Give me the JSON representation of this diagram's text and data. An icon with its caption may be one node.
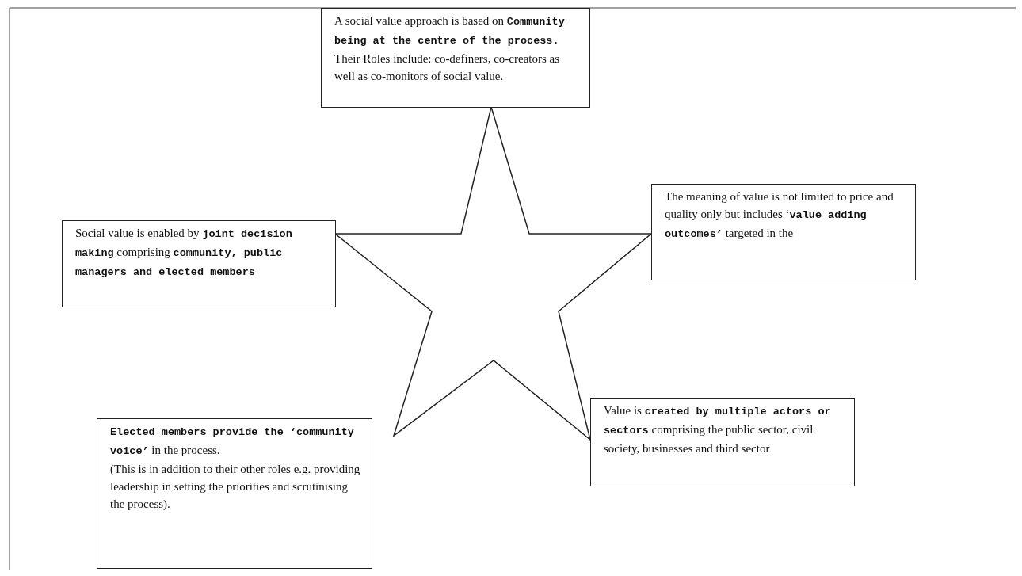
{
  "diagram": {
    "nodes": [
      {
        "text": [
          "A social value approach is based on **Community being at the centre of the process.** Their Roles include: co-definers, co-creators as well as co-monitors of social value."
        ]
      },
      {
        "text": [],
        "shape": "star"
      },
      {
        "text": [
          "Social value is enabled by **joint decision making** comprising **community, public managers and elected members**"
        ]
      },
      {
        "text": [
          "The meaning of value is not limited to price and quality only but includes ‘**value adding outcomes’** targeted in the"
        ]
      },
      {
        "text": [
          "**Elected members provide the ‘community voice’** in the process.",
          "(This is in addition to their other roles e.g. providing leadership in setting the priorities and scrutinising the process)."
        ]
      },
      {
        "text": [
          "Value is **created by multiple actors or sectors** comprising the public sector, civil society, businesses and third sector"
        ]
      }
    ]
  }
}
